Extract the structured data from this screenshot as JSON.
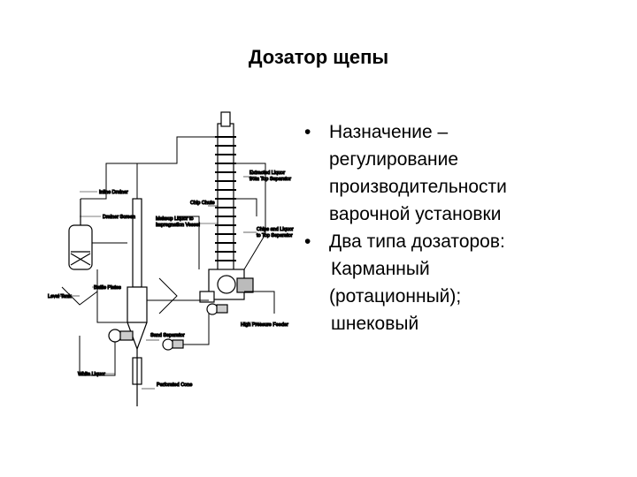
{
  "slide": {
    "title": "Дозатор щепы",
    "bullets": [
      {
        "lines": [
          "Назначение –",
          "регулирование",
          "производительности",
          "варочной установки"
        ]
      },
      {
        "lines": [
          "Два типа дозаторов:"
        ]
      }
    ],
    "sublines": [
      "Карманный",
      "(ротационный);",
      "шнековый"
    ]
  },
  "diagram": {
    "labels": {
      "inline_drainer": "Inline Drainer",
      "drainer_screen": "Drainer Screen",
      "level_tank": "Level Tank",
      "baffle_plates": "Baffle Plates",
      "white_liquor": "White Liquor",
      "sand_separator": "Sand Separator",
      "perforated_cone": "Perforated Cone",
      "chip_chute": "Chip Chute",
      "makeup_liquor": "Makeup Liquor to",
      "impregnation_vessel": "Impregnation Vessel",
      "extracted_liquor": "Extracted Liquor",
      "from_top_separator": "from Top Separator",
      "chips_and_liquor": "Chips and Liquor",
      "to_top_separator": "to Top Separator",
      "high_pressure_feeder": "High Pressure Feeder"
    }
  }
}
